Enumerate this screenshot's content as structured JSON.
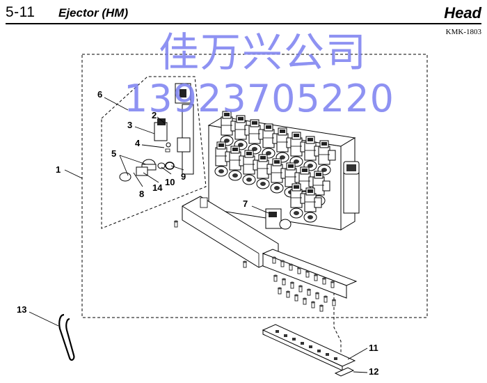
{
  "header": {
    "section_number": "5-11",
    "section_title": "Ejector (HM)",
    "category": "Head",
    "code": "KMK-1803"
  },
  "watermark": {
    "company": "佳万兴公司",
    "phone": "13923705220",
    "color": "#7b7ff0"
  },
  "callouts": [
    "1",
    "2",
    "3",
    "4",
    "5",
    "6",
    "7",
    "8",
    "9",
    "10",
    "11",
    "12",
    "13",
    "14"
  ]
}
